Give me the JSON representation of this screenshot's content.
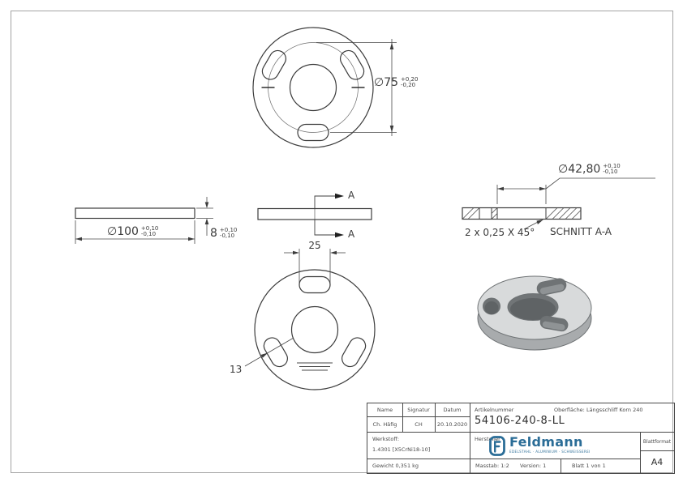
{
  "drawing": {
    "views": {
      "top": {
        "dim_bolt": {
          "v": "∅75",
          "plus": "+0,20",
          "minus": "-0,20"
        }
      },
      "side": {
        "dim_outer": {
          "v": "∅100",
          "plus": "+0,10",
          "minus": "-0,10"
        },
        "dim_thick": {
          "v": "8",
          "plus": "+0,10",
          "minus": "-0,10"
        }
      },
      "cut": {
        "marker": "A"
      },
      "section": {
        "title": "SCHNITT A-A",
        "dim_hole": {
          "v": "∅42,80",
          "plus": "+0,10",
          "minus": "-0,10"
        },
        "chamfer": "2 x 0,25 X 45°"
      },
      "bottom": {
        "slot_length": "25",
        "slot_width": "13"
      }
    }
  },
  "title_block": {
    "name_label": "Name",
    "signatur_label": "Signatur",
    "datum_label": "Datum",
    "name_value": "Ch. Häfig",
    "signatur_value": "CH",
    "datum_value": "20.10.2020",
    "artikelnummer_label": "Artikelnummer",
    "artikelnummer_value": "54106-240-8-LL",
    "oberflaeche_label": "Oberfläche:",
    "oberflaeche_value": "Längsschliff Korn 240",
    "werkstoff_label": "Werkstoff:",
    "werkstoff_value": "1.4301 [X5CrNi18-10]",
    "gewicht": "Gewicht 0,351 kg",
    "hersteller_label": "Hersteller",
    "masstab": "Masstab: 1:2",
    "version": "Version: 1",
    "blatt": "Blatt 1 von 1",
    "blattformat_label": "Blattformat",
    "blattformat_value": "A4",
    "logo": {
      "text": "Feldmann",
      "tagline": "EDELSTAHL · ALUMINIUM · SCHWEISSEREI"
    }
  },
  "colors": {
    "line": "#3c3c3c",
    "dim": "#4a4a4a",
    "frame": "#a3a3a3",
    "logo_blue": "#2b6d97"
  }
}
